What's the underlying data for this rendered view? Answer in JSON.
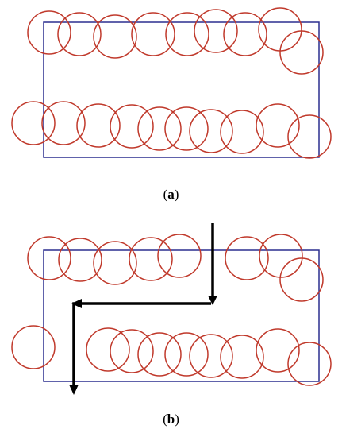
{
  "figure": {
    "panels": [
      {
        "id": "a",
        "caption_open": "(",
        "caption_letter": "a",
        "caption_close": ")"
      },
      {
        "id": "b",
        "caption_open": "(",
        "caption_letter": "b",
        "caption_close": ")"
      }
    ],
    "colors": {
      "rectangle": "#2b2f8f",
      "circle": "#c0392b",
      "arrow": "#000000"
    }
  }
}
